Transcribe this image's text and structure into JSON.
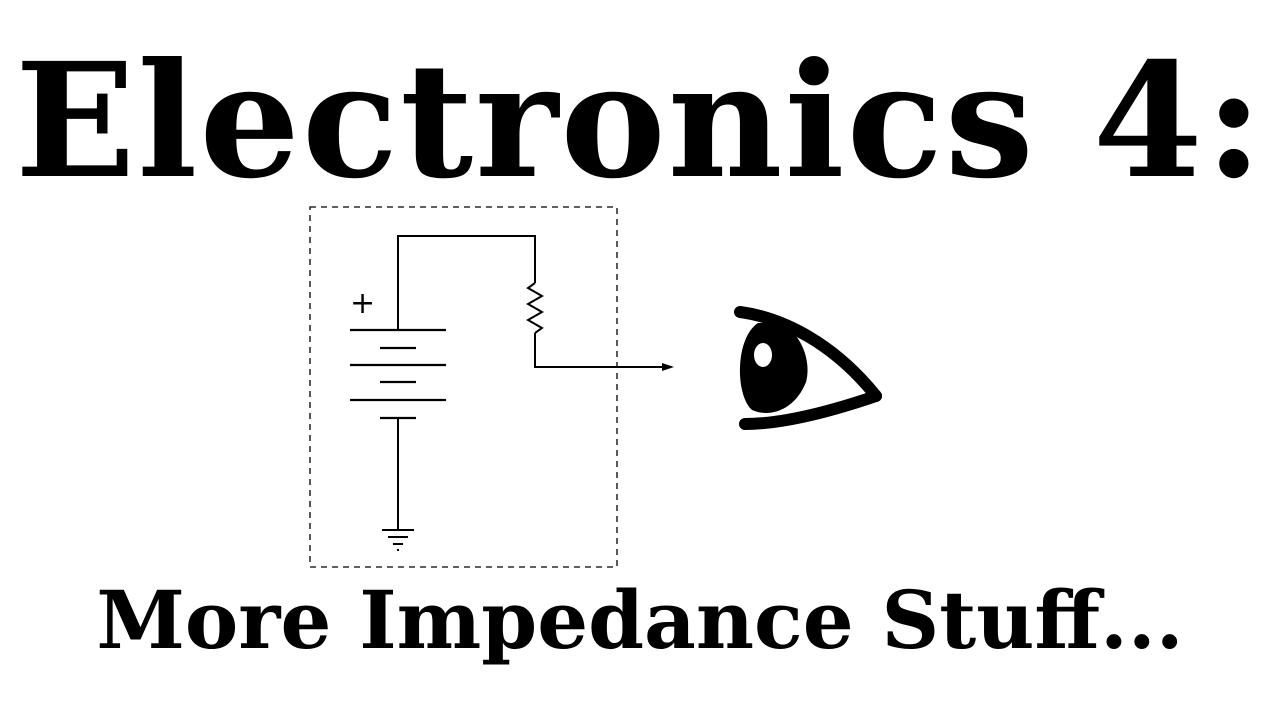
{
  "title": "Electronics 4:",
  "subtitle": "More Impedance Stuff...",
  "circuit": {
    "battery_polarity_label": "+",
    "components": [
      "battery",
      "resistor",
      "ground",
      "output-arrow"
    ]
  },
  "icons": {
    "viewer": "eye-icon"
  },
  "colors": {
    "text": "#000000",
    "background": "#ffffff"
  }
}
